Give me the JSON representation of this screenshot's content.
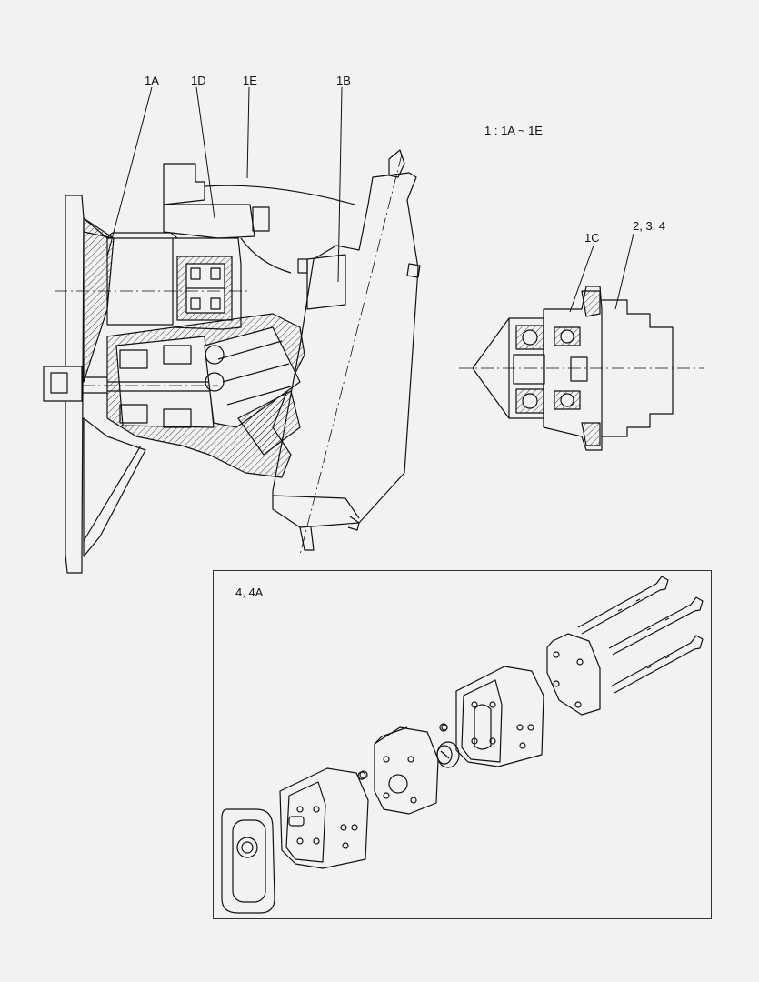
{
  "callouts": {
    "c1a": "1A",
    "c1d": "1D",
    "c1e": "1E",
    "c1b": "1B",
    "scope": "1 : 1A ~ 1E",
    "c1c": "1C",
    "c234": "2, 3, 4",
    "c4": "4, 4A"
  },
  "colors": {
    "line": "#111111",
    "background": "#f2f2f2"
  }
}
